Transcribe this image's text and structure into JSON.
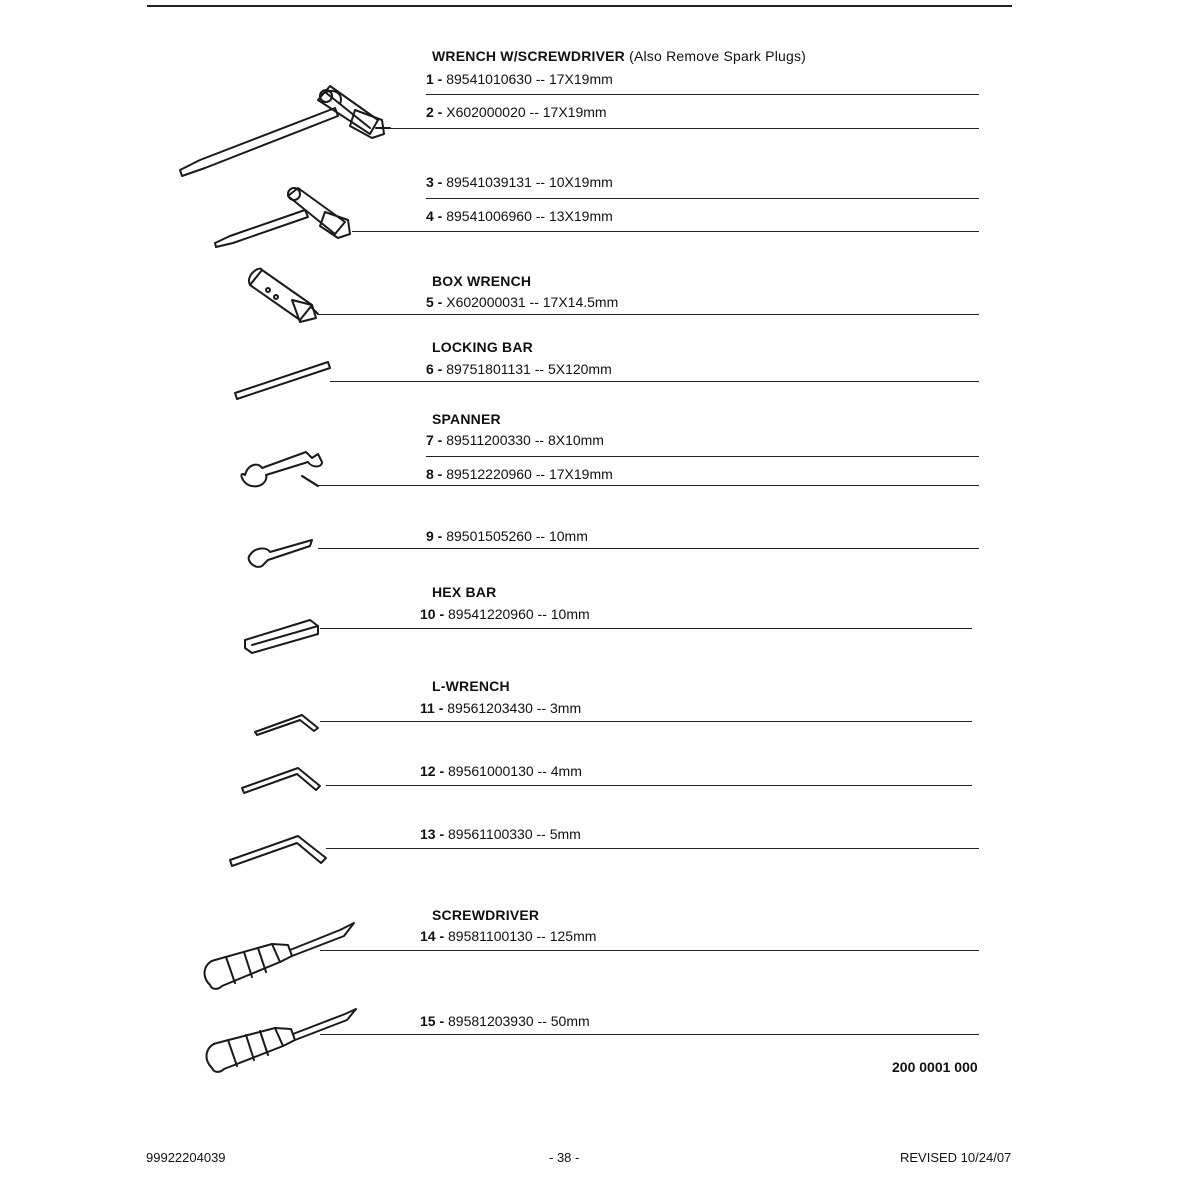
{
  "sections": {
    "wrench": {
      "title": "WRENCH W/SCREWDRIVER",
      "note": "(Also Remove Spark Plugs)"
    },
    "box_wrench": {
      "title": "BOX WRENCH"
    },
    "locking_bar": {
      "title": "LOCKING BAR"
    },
    "spanner": {
      "title": "SPANNER"
    },
    "hex_bar": {
      "title": "HEX BAR"
    },
    "l_wrench": {
      "title": "L-WRENCH"
    },
    "screwdriver": {
      "title": "SCREWDRIVER"
    }
  },
  "parts": [
    {
      "num": "1 -",
      "text": "89541010630 -- 17X19mm"
    },
    {
      "num": "2 -",
      "text": "X602000020  -- 17X19mm"
    },
    {
      "num": "3 -",
      "text": "89541039131 -- 10X19mm"
    },
    {
      "num": "4 -",
      "text": "89541006960 -- 13X19mm"
    },
    {
      "num": "5 -",
      "text": "X602000031 -- 17X14.5mm"
    },
    {
      "num": "6 -",
      "text": "89751801131 -- 5X120mm"
    },
    {
      "num": "7 -",
      "text": "89511200330 -- 8X10mm"
    },
    {
      "num": "8 -",
      "text": "89512220960 -- 17X19mm"
    },
    {
      "num": "9 -",
      "text": "89501505260 -- 10mm"
    },
    {
      "num": "10 -",
      "text": "89541220960 -- 10mm"
    },
    {
      "num": "11 -",
      "text": "89561203430 -- 3mm"
    },
    {
      "num": "12 -",
      "text": "89561000130 -- 4mm"
    },
    {
      "num": "13 -",
      "text": "89561100330 -- 5mm"
    },
    {
      "num": "14 -",
      "text": "89581100130 -- 125mm"
    },
    {
      "num": "15 -",
      "text": "89581203930 -- 50mm"
    }
  ],
  "figure_code": "200 0001 000",
  "footer": {
    "doc_number": "99922204039",
    "page": "- 38 -",
    "revised": "REVISED 10/24/07"
  }
}
